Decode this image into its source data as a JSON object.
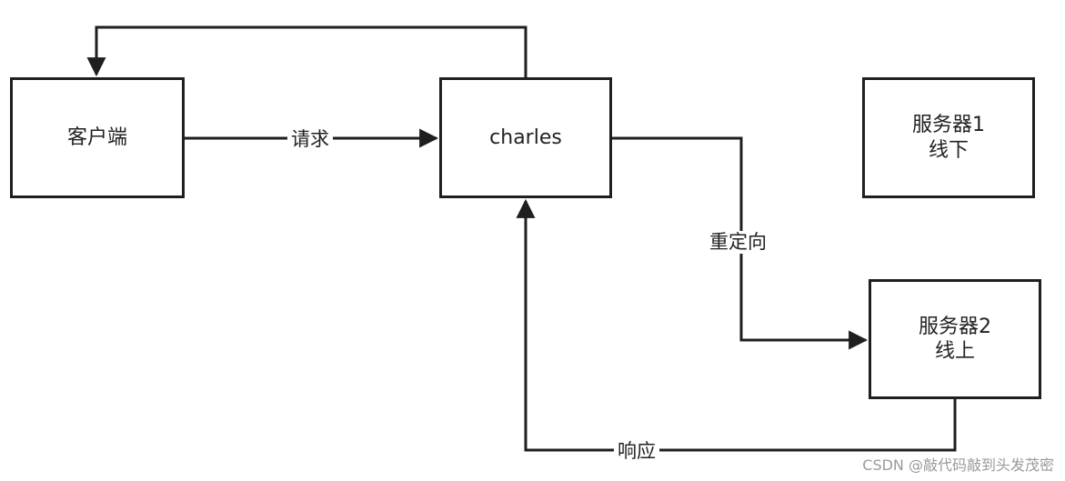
{
  "nodes": {
    "client": "客户端",
    "charles": "charles",
    "server1": "服务器1\n线下",
    "server2": "服务器2\n线上"
  },
  "edges": {
    "request": "请求",
    "redirect": "重定向",
    "response": "响应"
  },
  "watermark": "CSDN @敲代码敲到头发茂密",
  "colors": {
    "stroke": "#1f1f1f",
    "text": "#222222",
    "watermark": "#9a9a9a",
    "background": "#ffffff"
  }
}
